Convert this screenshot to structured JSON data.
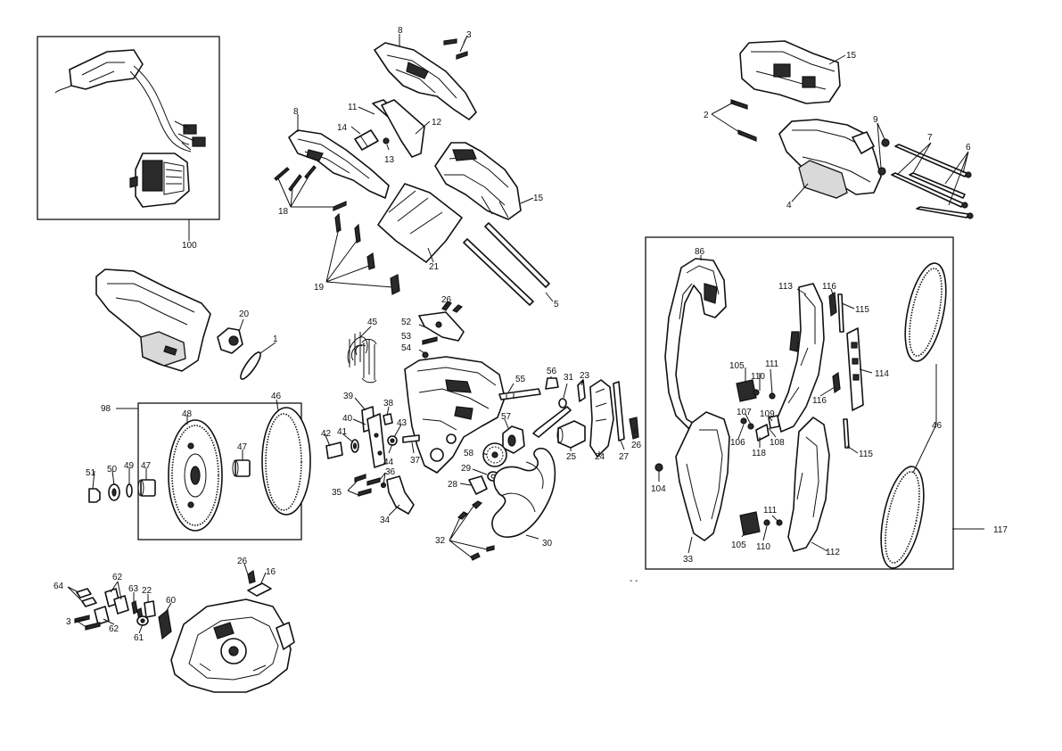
{
  "labels": {
    "l1": "1",
    "l2": "2",
    "l3a": "3",
    "l3b": "3",
    "l4": "4",
    "l5": "5",
    "l6": "6",
    "l7": "7",
    "l8a": "8",
    "l8b": "8",
    "l9": "9",
    "l11": "11",
    "l12": "12",
    "l13": "13",
    "l14": "14",
    "l15a": "15",
    "l15b": "15",
    "l16": "16",
    "l18": "18",
    "l19": "19",
    "l20": "20",
    "l21": "21",
    "l22": "22",
    "l23": "23",
    "l24": "24",
    "l25": "25",
    "l26a": "26",
    "l26b": "26",
    "l26c": "26",
    "l27": "27",
    "l28": "28",
    "l29": "29",
    "l30": "30",
    "l31": "31",
    "l32": "32",
    "l33": "33",
    "l34": "34",
    "l35": "35",
    "l36": "36",
    "l37": "37",
    "l38": "38",
    "l39": "39",
    "l40": "40",
    "l41": "41",
    "l42": "42",
    "l43": "43",
    "l44": "44",
    "l45": "45",
    "l46a": "46",
    "l46b": "46",
    "l47a": "47",
    "l47b": "47",
    "l48": "48",
    "l49": "49",
    "l50": "50",
    "l51": "51",
    "l52": "52",
    "l53": "53",
    "l54": "54",
    "l55": "55",
    "l56": "56",
    "l57": "57",
    "l58": "58",
    "l60": "60",
    "l61": "61",
    "l62a": "62",
    "l62b": "62",
    "l63": "63",
    "l64": "64",
    "l86": "86",
    "l98": "98",
    "l100": "100",
    "l104": "104",
    "l105a": "105",
    "l105b": "105",
    "l106": "106",
    "l107": "107",
    "l108": "108",
    "l109": "109",
    "l110a": "110",
    "l110b": "110",
    "l111a": "111",
    "l111b": "111",
    "l112": "112",
    "l113": "113",
    "l114": "114",
    "l115a": "115",
    "l115b": "115",
    "l116a": "116",
    "l116b": "116",
    "l117": "117",
    "l118": "118",
    "footer": "- -"
  },
  "colors": {
    "ink": "#111111",
    "paper": "#ffffff",
    "shade": "#d9d9d9"
  }
}
